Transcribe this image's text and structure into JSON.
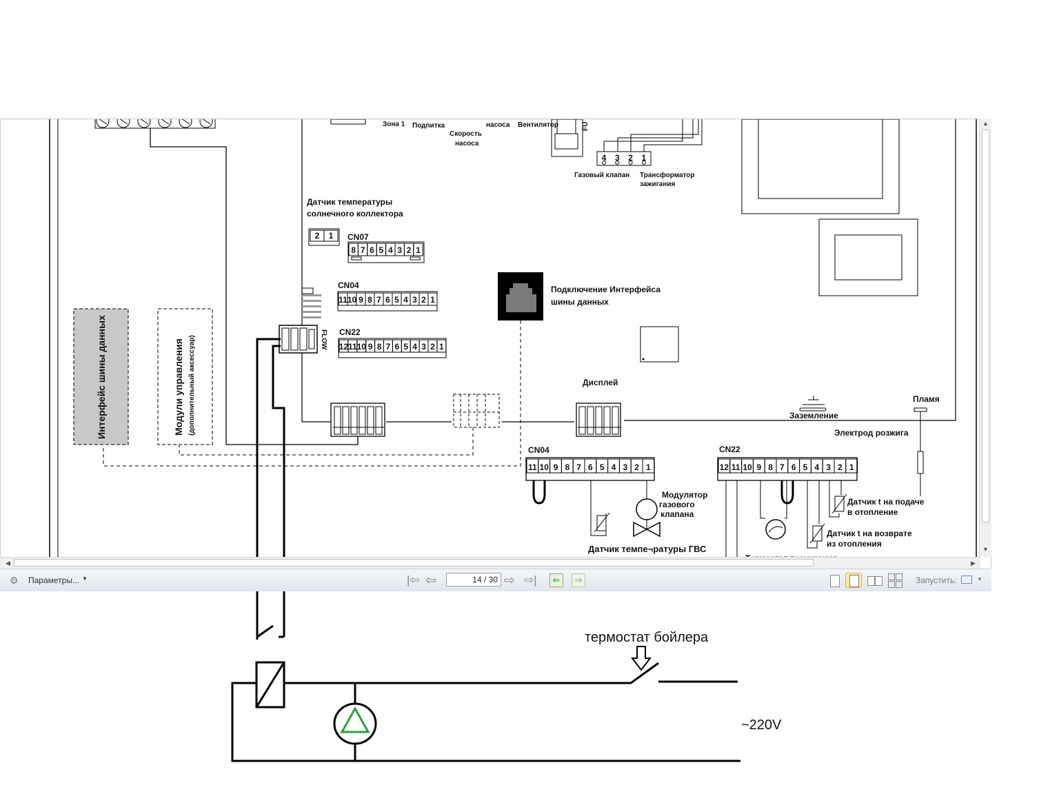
{
  "labels": {
    "zona1": "Зона 1",
    "podpitka": "Подпитка",
    "skorost": "Скорость",
    "nasosa": "насоса",
    "nasosa2": "насоса",
    "ventilyator": "Вентилятор",
    "fu": "FU",
    "gas_valve": "Газовый клапан",
    "transformer_1": "Трансформатор",
    "transformer_2": "зажигания",
    "solar_1": "Датчик температуры",
    "solar_2": "солнечного коллектора",
    "cn07": "CN07",
    "cn04": "CN04",
    "cn22": "CN22",
    "flow": "FLOW",
    "bus_conn_1": "Подключение Интерфейса",
    "bus_conn_2": "шины данных",
    "display": "Дисплей",
    "ground": "Заземление",
    "flame": "Пламя",
    "electrode": "Электрод розжига",
    "cn04_low": "CN04",
    "cn22_low": "CN22",
    "modulator_1": "Модулятор",
    "modulator_2": "газового",
    "modulator_3": "клапана",
    "supply_1": "Датчик t на подаче",
    "supply_2": "в отопление",
    "return_1": "Датчик t на возврате",
    "return_2": "из отопления",
    "dhw": "Датчик темпе¬ратуры ГВС",
    "bus_interface": "Интерфейс шины данных",
    "control_modules": "Модули управления",
    "control_modules_sub": "(дополнительный аксессуар)",
    "thermostat_partial": "Термостат помещения",
    "boiler_thermostat": "термостат бойлера",
    "voltage": "~220V"
  },
  "pins": {
    "cn07": [
      "8",
      "7",
      "6",
      "5",
      "4",
      "3",
      "2",
      "1"
    ],
    "cn04": [
      "11",
      "10",
      "9",
      "8",
      "7",
      "6",
      "5",
      "4",
      "3",
      "2",
      "1"
    ],
    "cn22": [
      "12",
      "11",
      "10",
      "9",
      "8",
      "7",
      "6",
      "5",
      "4",
      "3",
      "2",
      "1"
    ],
    "solar": [
      "2",
      "1"
    ],
    "gas": [
      "4",
      "3",
      "2",
      "1"
    ]
  },
  "toolbar": {
    "params": "Параметры...",
    "page_current": "14",
    "page_total": "30",
    "launch": "Запустить:"
  }
}
